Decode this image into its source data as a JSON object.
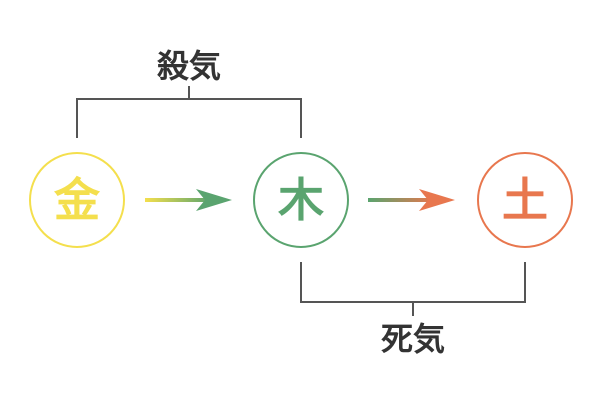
{
  "elements": [
    {
      "id": "metal",
      "char": "金",
      "color": "#f4df4d"
    },
    {
      "id": "wood",
      "char": "木",
      "color": "#5aa46f"
    },
    {
      "id": "earth",
      "char": "土",
      "color": "#e8774e"
    }
  ],
  "relations": {
    "killing_qi": {
      "label": "殺気"
    },
    "dying_qi": {
      "label": "死気"
    }
  },
  "colors": {
    "bracket": "#555555",
    "label": "#333333"
  }
}
